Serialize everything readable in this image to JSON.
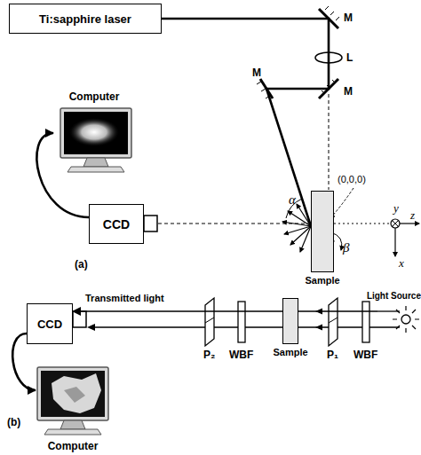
{
  "diagram": {
    "nodes": [
      {
        "text": [
          "Ti:sapphire laser"
        ]
      },
      {
        "text": [
          "Computer"
        ]
      },
      {
        "text": [
          "CCD"
        ]
      },
      {
        "text": [
          "Sample"
        ]
      },
      {
        "text": [
          "CCD"
        ]
      },
      {
        "text": [
          "Computer"
        ]
      },
      {
        "text": [
          "Sample"
        ]
      },
      {
        "text": [
          "Light Source"
        ]
      }
    ],
    "edges": [
      {
        "from": 0,
        "to": 3,
        "arrow": "none"
      },
      {
        "from": 2,
        "to": 1,
        "arrow": "to"
      },
      {
        "from": 7,
        "to": 4,
        "arrow": "to",
        "label": "Transmitted light"
      },
      {
        "from": 4,
        "to": 5,
        "arrow": "to"
      }
    ],
    "labels": [
      "M",
      "L",
      "M",
      "M",
      "α",
      "β",
      "(0,0,0)",
      "y",
      "z",
      "x",
      "(a)",
      "P₂",
      "WBF",
      "P₁",
      "WBF",
      "(b)"
    ]
  }
}
